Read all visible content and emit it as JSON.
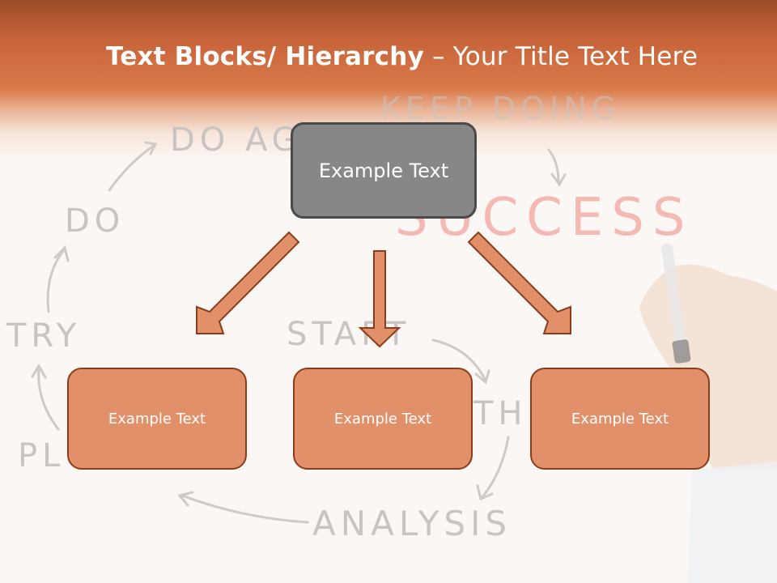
{
  "title": {
    "bold": "Text Blocks/ Hierarchy",
    "rest": " – Your Title Text Here"
  },
  "background_sketch": {
    "words": [
      "DO AGAIN",
      "DO",
      "TRY",
      "PL",
      "START",
      "THI",
      "ANALYSIS",
      "SUCCESS",
      "KEEP DOING"
    ]
  },
  "hierarchy": {
    "top": "Example Text",
    "children": [
      "Example Text",
      "Example Text",
      "Example Text"
    ]
  },
  "colors": {
    "top_box": "#878787",
    "child_box": "#e1906a",
    "arrow_fill": "#e1906a",
    "arrow_stroke": "#8a3d1a",
    "header": "#d0683b"
  }
}
